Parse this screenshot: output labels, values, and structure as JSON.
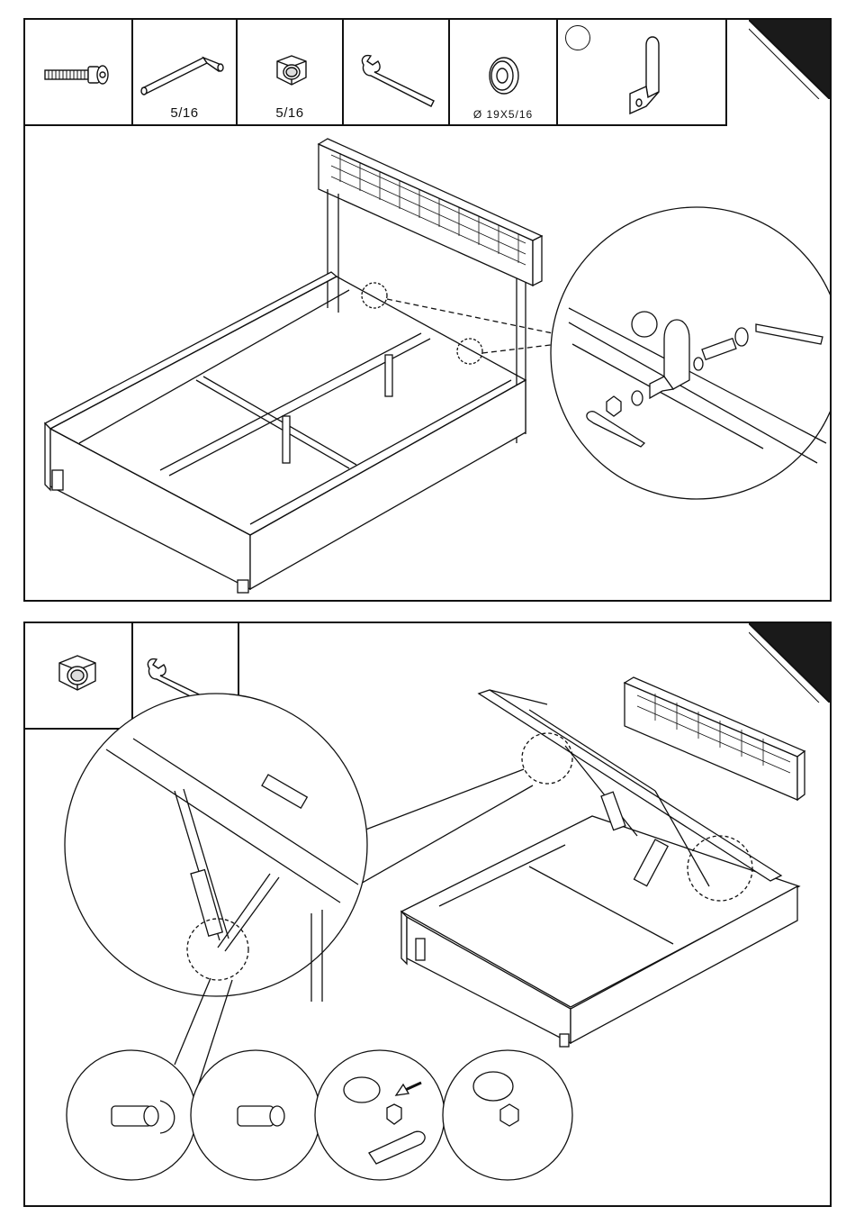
{
  "step1": {
    "parts": [
      {
        "icon": "screw-icon",
        "label": ""
      },
      {
        "icon": "allen-key-icon",
        "label": "5/16"
      },
      {
        "icon": "hex-nut-icon",
        "label": "5/16"
      },
      {
        "icon": "wrench-icon",
        "label": ""
      },
      {
        "icon": "washer-icon",
        "label": "Ø 19X5/16"
      },
      {
        "icon": "l-bracket-icon",
        "label": ""
      }
    ]
  },
  "step2": {
    "parts": [
      {
        "icon": "hex-nut-icon",
        "label": ""
      },
      {
        "icon": "wrench-icon",
        "label": ""
      }
    ]
  },
  "colors": {
    "ink": "#111111",
    "paper": "#ffffff",
    "corner": "#1a1a1a"
  }
}
